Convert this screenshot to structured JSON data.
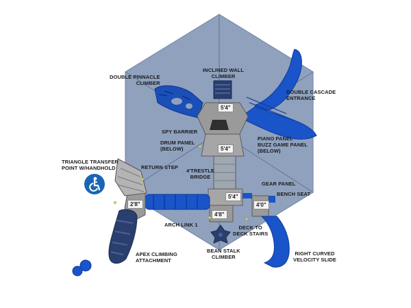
{
  "colors": {
    "canopy": "#8fa1bd",
    "canopy_edge": "#7a8cab",
    "slide_blue": "#1a54c9",
    "slide_dark": "#0e3a9c",
    "climber_navy": "#2a3f6e",
    "deck_gray": "#9a9a9a",
    "accessibility_blue": "#1a66b3"
  },
  "labels": {
    "double_pinnacle": "DOUBLE PINNACLE\nCLIMBER",
    "inclined_wall": "INCLINED WALL\nCLIMBER",
    "double_cascade": "DOUBLE CASCADE\nENTRANCE",
    "spy_barrier": "SPY BARRIER",
    "drum_panel": "DRUM PANEL\n(BELOW)",
    "piano_panel": "PIANO PANEL\nBUZZ GAME PANEL\n(BELOW)",
    "triangle_transfer": "TRIANGLE TRANSFER\nPOINT W/HANDHOLD",
    "return_step": "RETURN STEP",
    "trestle_bridge": "4'TRESTLE\nBRIDGE",
    "gear_panel": "GEAR PANEL",
    "bench_seat": "BENCH SEAT",
    "arch_link": "ARCH LINK 1",
    "deck_stairs": "DECK TO\nDECK STAIRS",
    "apex_climbing": "APEX CLIMBING\nATTACHMENT",
    "bean_stalk": "BEAN STALK\nCLIMBER",
    "right_curved": "RIGHT CURVED\nVELOCITY SLIDE"
  },
  "deck_heights": {
    "top": "5'4\"",
    "center": "5'4\"",
    "mid": "5'4\"",
    "left": "2'8\"",
    "bottom": "4'8\"",
    "right": "4'0\""
  },
  "icons": {
    "accessibility": "wheelchair-accessibility-icon"
  }
}
